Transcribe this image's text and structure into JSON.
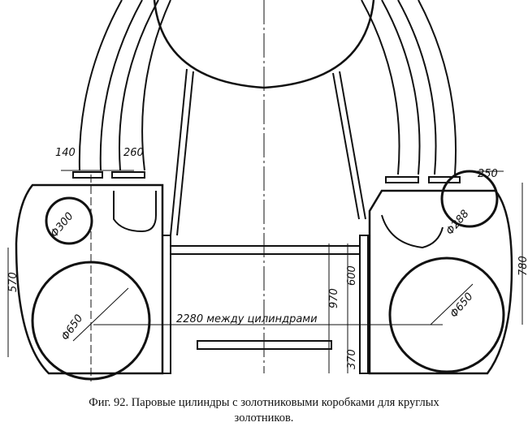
{
  "figure": {
    "dimensions": {
      "d140": "140",
      "d260": "260",
      "d250": "250",
      "d300": "Φ300",
      "d288": "Φ288",
      "d570": "570",
      "d780": "780",
      "d970": "970",
      "d600": "600",
      "d370": "370",
      "d650_left": "Φ650",
      "d650_right": "Φ650",
      "between": "2280 между цилиндрами"
    }
  },
  "caption": {
    "line1": "Фиг. 92. Паровые цилиндры с золотниковыми коробками для круглых",
    "line2": "золотников."
  }
}
